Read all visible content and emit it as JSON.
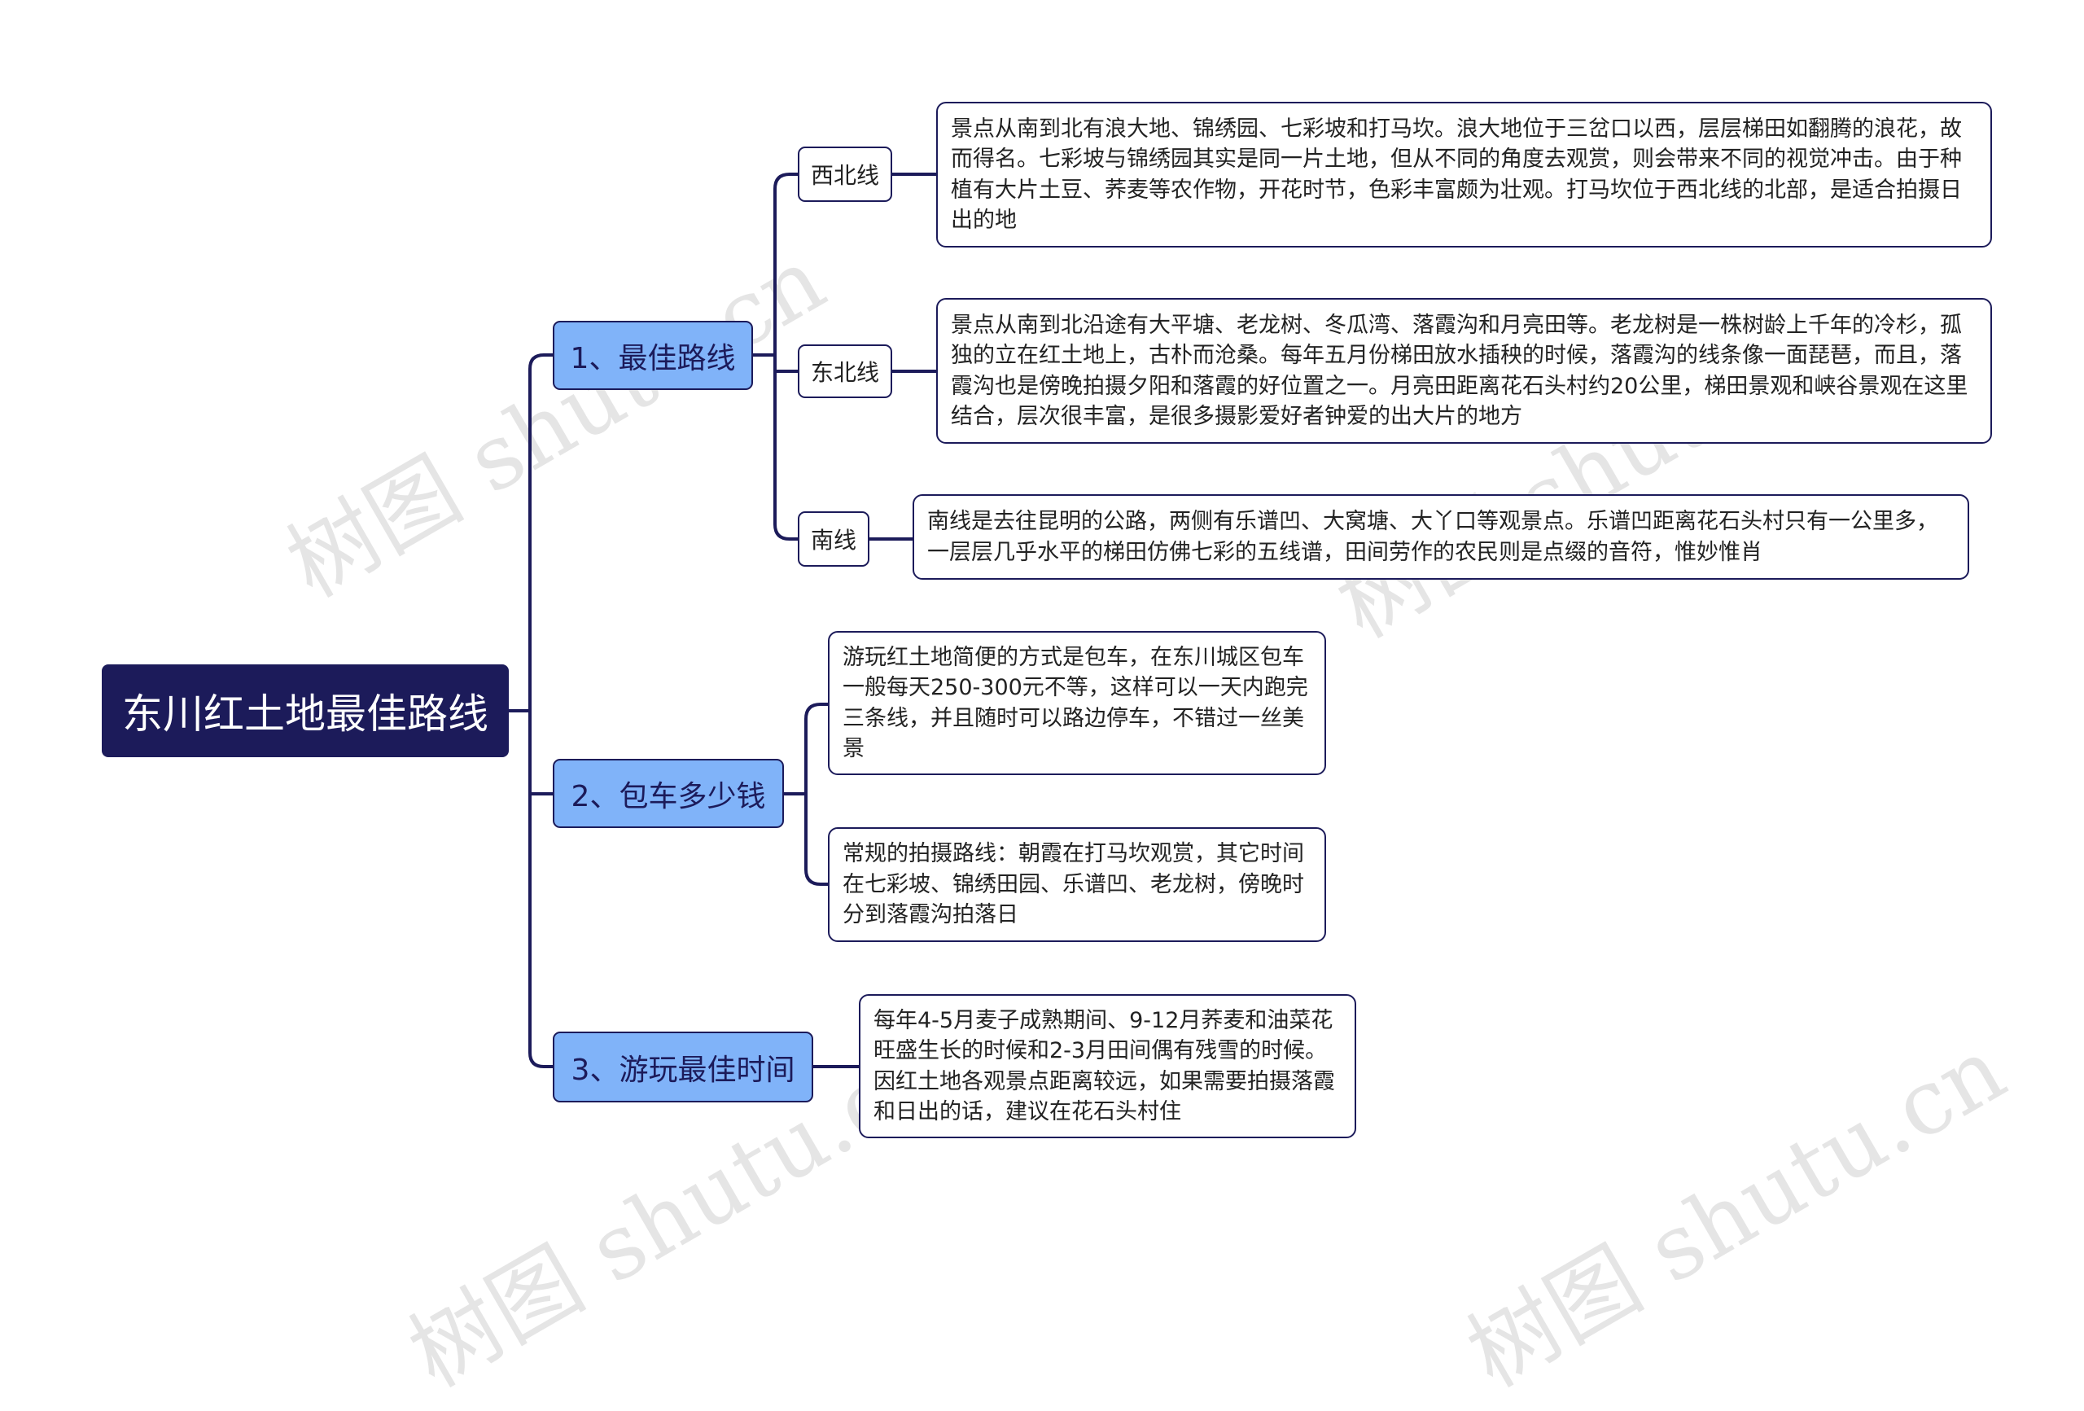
{
  "root": {
    "label": "东川红土地最佳路线"
  },
  "branches": [
    {
      "label": "1、最佳路线",
      "children": [
        {
          "label": "西北线",
          "desc": "景点从南到北有浪大地、锦绣园、七彩坡和打马坎。浪大地位于三岔口以西，层层梯田如翻腾的浪花，故而得名。七彩坡与锦绣园其实是同一片土地，但从不同的角度去观赏，则会带来不同的视觉冲击。由于种植有大片土豆、荞麦等农作物，开花时节，色彩丰富颇为壮观。打马坎位于西北线的北部，是适合拍摄日出的地"
        },
        {
          "label": "东北线",
          "desc": "景点从南到北沿途有大平塘、老龙树、冬瓜湾、落霞沟和月亮田等。老龙树是一株树龄上千年的冷杉，孤独的立在红土地上，古朴而沧桑。每年五月份梯田放水插秧的时候，落霞沟的线条像一面琵琶，而且，落霞沟也是傍晚拍摄夕阳和落霞的好位置之一。月亮田距离花石头村约20公里，梯田景观和峡谷景观在这里结合，层次很丰富，是很多摄影爱好者钟爱的出大片的地方"
        },
        {
          "label": "南线",
          "desc": "南线是去往昆明的公路，两侧有乐谱凹、大窝塘、大丫口等观景点。乐谱凹距离花石头村只有一公里多，一层层几乎水平的梯田仿佛七彩的五线谱，田间劳作的农民则是点缀的音符，惟妙惟肖"
        }
      ]
    },
    {
      "label": "2、包车多少钱",
      "children": [
        {
          "desc": "游玩红土地简便的方式是包车，在东川城区包车一般每天250-300元不等，这样可以一天内跑完三条线，并且随时可以路边停车，不错过一丝美景"
        },
        {
          "desc": "常规的拍摄路线：朝霞在打马坎观赏，其它时间在七彩坡、锦绣田园、乐谱凹、老龙树，傍晚时分到落霞沟拍落日"
        }
      ]
    },
    {
      "label": "3、游玩最佳时间",
      "children": [
        {
          "desc": "每年4-5月麦子成熟期间、9-12月荞麦和油菜花旺盛生长的时候和2-3月田间偶有残雪的时候。因红土地各观景点距离较远，如果需要拍摄落霞和日出的话，建议在花石头村住"
        }
      ]
    }
  ],
  "watermark": "树图 shutu.cn",
  "colors": {
    "root": "#1c1b5a",
    "branch": "#80b3f9",
    "line": "#1c1b5a"
  }
}
